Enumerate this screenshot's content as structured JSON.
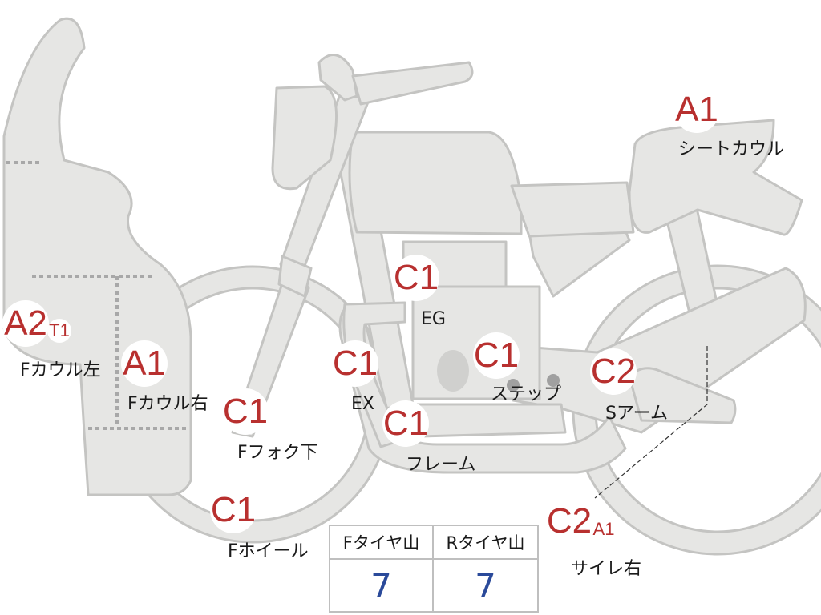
{
  "parts": {
    "seat_cowl": {
      "rating": "A1",
      "label": "シートカウル"
    },
    "fcowl_left": {
      "rating": "A2",
      "sub_rating": "T1",
      "label": "Fカウル左"
    },
    "fcowl_right": {
      "rating": "A1",
      "label": "Fカウル右"
    },
    "engine": {
      "rating": "C1",
      "label": "EG"
    },
    "exhaust": {
      "rating": "C1",
      "label": "EX"
    },
    "step": {
      "rating": "C1",
      "label": "ステップ"
    },
    "swing_arm": {
      "rating": "C2",
      "label": "Sアーム"
    },
    "front_fork": {
      "rating": "C1",
      "label": "Fフォク下"
    },
    "frame": {
      "rating": "C1",
      "label": "フレーム"
    },
    "front_wheel": {
      "rating": "C1",
      "label": "Fホイール"
    },
    "muffler_right": {
      "rating": "C2",
      "sub_rating": "A1",
      "label": "サイレ右"
    }
  },
  "tire_table": {
    "front_header": "Fタイヤ山",
    "rear_header": "Rタイヤ山",
    "front_value": "7",
    "rear_value": "7"
  },
  "colors": {
    "body": "#e6e6e4",
    "outline": "#c4c4c2",
    "rating": "#b8302f",
    "tire_value": "#2a4a9a"
  }
}
